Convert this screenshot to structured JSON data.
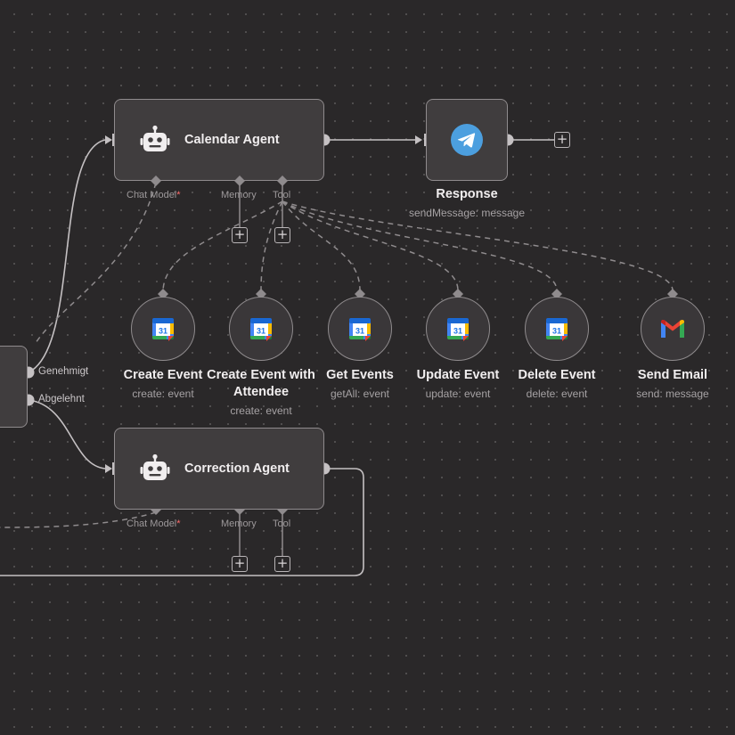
{
  "nodes": {
    "calendar_agent": {
      "title": "Calendar Agent",
      "handles": {
        "chat_model": "Chat Model",
        "memory": "Memory",
        "tool": "Tool"
      }
    },
    "correction_agent": {
      "title": "Correction Agent",
      "handles": {
        "chat_model": "Chat Model",
        "memory": "Memory",
        "tool": "Tool"
      }
    },
    "response": {
      "title": "Response",
      "subtitle": "sendMessage: message"
    },
    "switch": {
      "outputs": {
        "approved": "Genehmigt",
        "rejected": "Abgelehnt"
      }
    }
  },
  "required_marker": "*",
  "tools": [
    {
      "title": "Create Event",
      "subtitle": "create: event",
      "icon": "google-calendar-icon"
    },
    {
      "title": "Create Event with Attendee",
      "subtitle": "create: event",
      "icon": "google-calendar-icon"
    },
    {
      "title": "Get Events",
      "subtitle": "getAll: event",
      "icon": "google-calendar-icon"
    },
    {
      "title": "Update Event",
      "subtitle": "update: event",
      "icon": "google-calendar-icon"
    },
    {
      "title": "Delete Event",
      "subtitle": "delete: event",
      "icon": "google-calendar-icon"
    },
    {
      "title": "Send Email",
      "subtitle": "send: message",
      "icon": "gmail-icon"
    }
  ],
  "add_label": "+",
  "colors": {
    "canvas": "#2a2829",
    "node_fill": "#403d3e",
    "node_border": "#8f8b8d",
    "edge": "#c5c1c3",
    "dashed_edge": "#8f8b8d",
    "required": "#ff6d6d",
    "telegram": "#4c9fdf"
  }
}
